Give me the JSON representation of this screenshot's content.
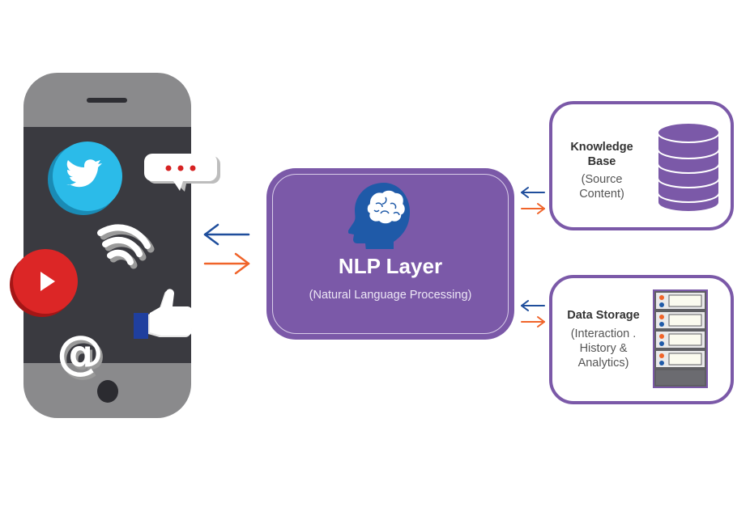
{
  "nlp_layer": {
    "title": "NLP Layer",
    "subtitle": "(Natural Language Processing)"
  },
  "knowledge_base": {
    "title_line1": "Knowledge",
    "title_line2": "Base",
    "sub_line1": "(Source",
    "sub_line2": "Content)"
  },
  "data_storage": {
    "title": "Data Storage",
    "sub_line1": "(Interaction .",
    "sub_line2": "History &",
    "sub_line3": "Analytics)"
  },
  "colors": {
    "purple": "#7b59a8",
    "arrow_blue": "#1f4e9c",
    "arrow_orange": "#f0642a",
    "brain_blue": "#1f5aa8",
    "twitter_blue": "#27b8e8",
    "youtube_red": "#d62222"
  },
  "icons": [
    "twitter-icon",
    "chat-bubble-icon",
    "wifi-icon",
    "youtube-icon",
    "thumbs-up-icon",
    "at-sign-icon",
    "brain-head-icon",
    "database-icon",
    "server-rack-icon"
  ]
}
